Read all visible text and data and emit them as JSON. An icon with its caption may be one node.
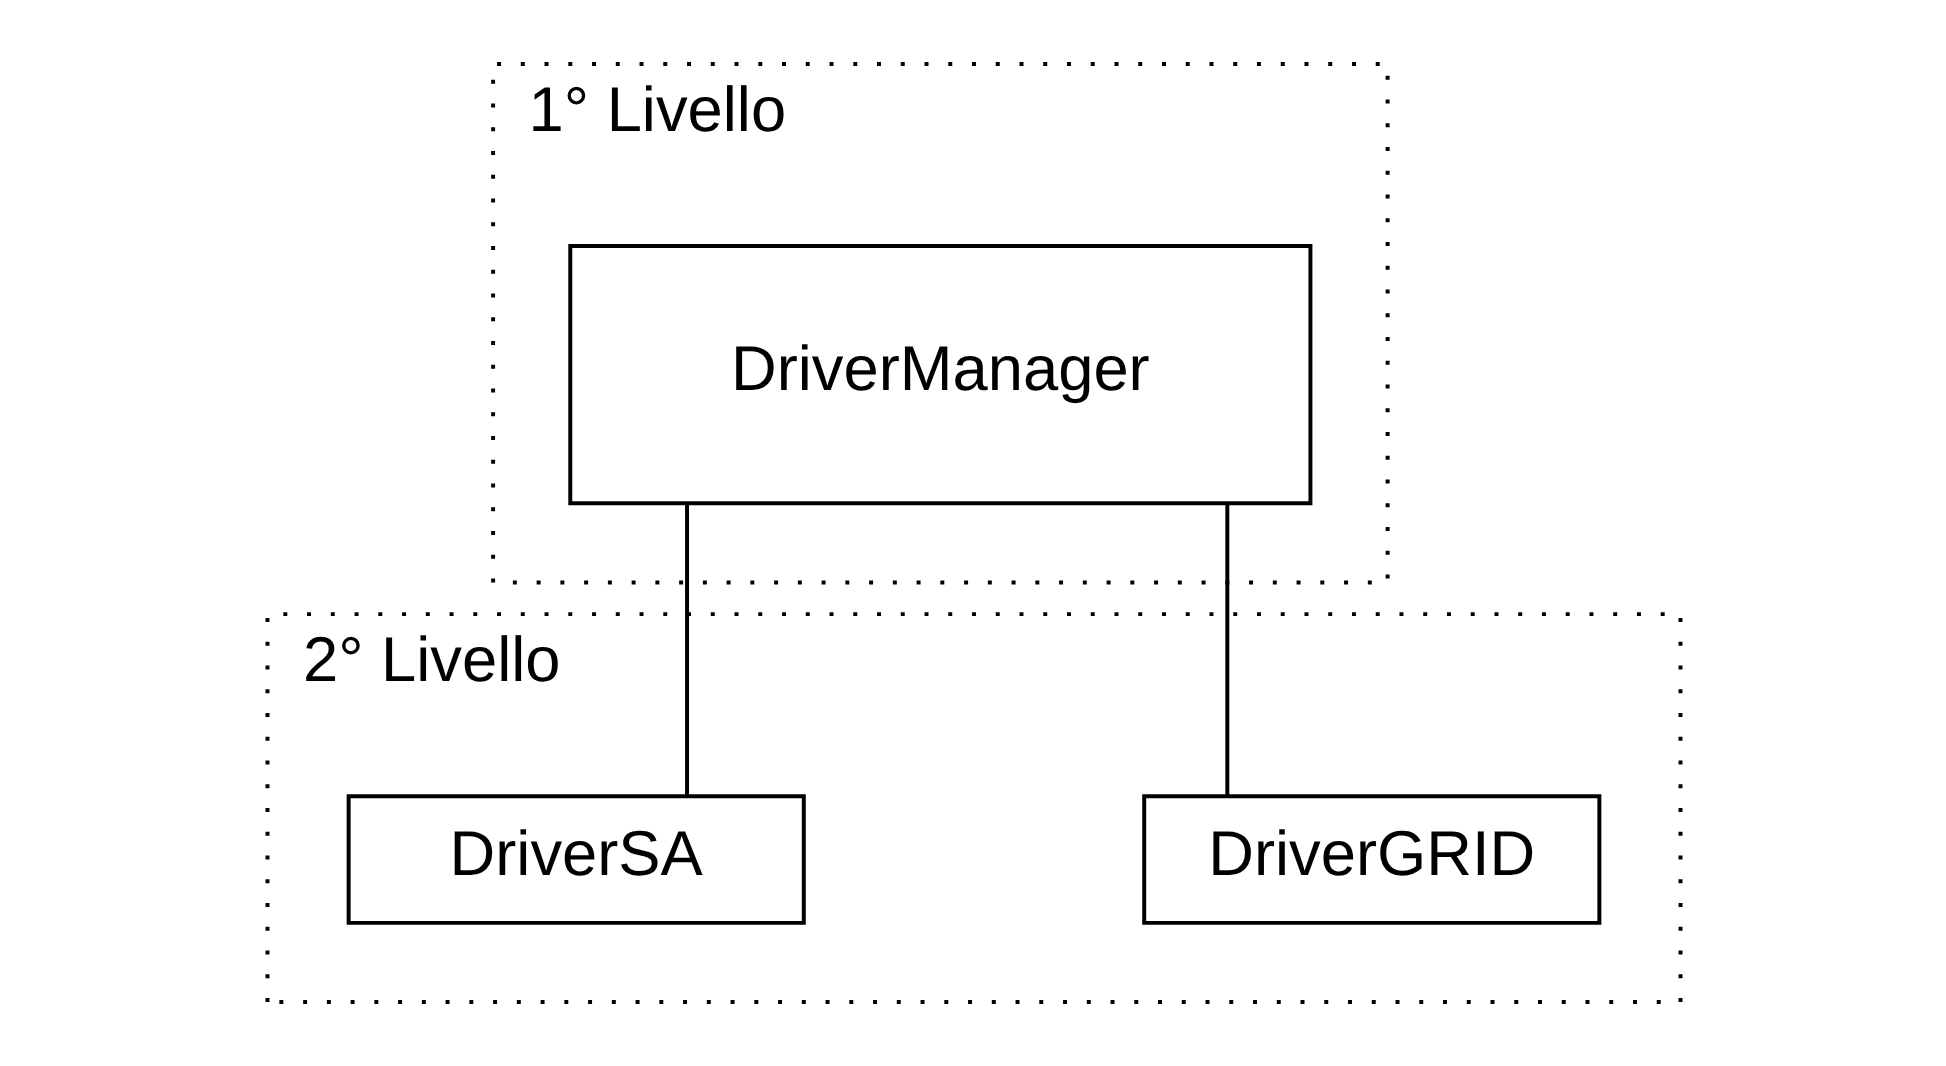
{
  "diagram": {
    "nodes": [
      {
        "text": [
          "1° Livello"
        ]
      },
      {
        "text": [
          "DriverManager"
        ],
        "in": 0
      },
      {
        "text": [
          "2° Livello"
        ]
      },
      {
        "text": [
          "DriverGRID"
        ],
        "in": 2
      },
      {
        "text": [
          "DriverSA"
        ],
        "in": 2
      }
    ],
    "edges": [
      {
        "from": 1,
        "to": 3,
        "arrow": "none"
      },
      {
        "from": 1,
        "to": 4,
        "arrow": "none"
      }
    ]
  }
}
